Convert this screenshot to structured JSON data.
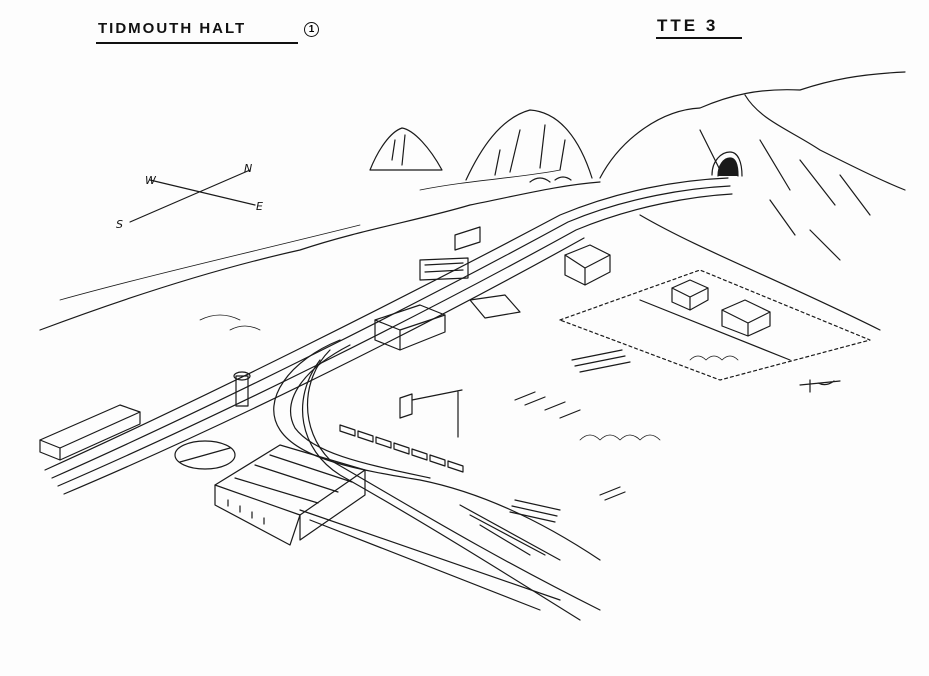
{
  "title": "TIDMOUTH HALT",
  "sheet_number": "1",
  "code": "TTE 3",
  "compass": {
    "n": "N",
    "s": "S",
    "e": "E",
    "w": "W"
  }
}
